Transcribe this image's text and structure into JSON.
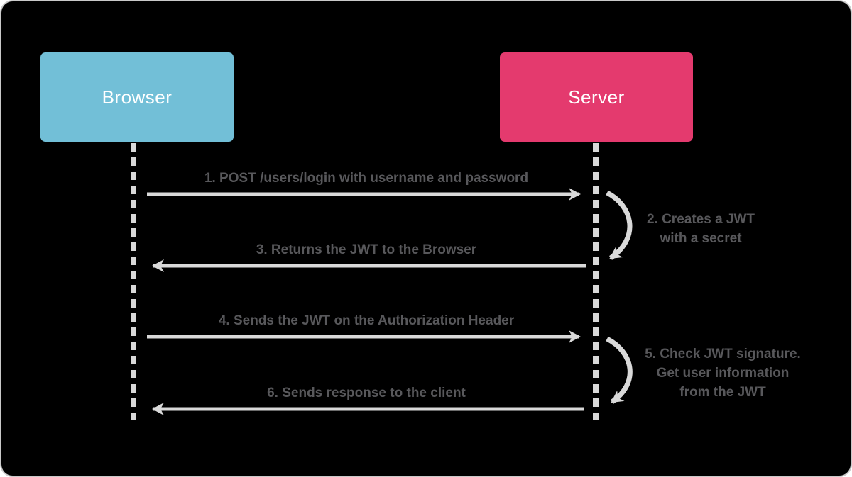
{
  "diagram": {
    "type": "sequence-diagram",
    "actors": [
      {
        "id": "browser",
        "label": "Browser",
        "color": "#72BFD7"
      },
      {
        "id": "server",
        "label": "Server",
        "color": "#E43A6E"
      }
    ],
    "messages": [
      {
        "step": 1,
        "from": "browser",
        "to": "server",
        "direction": "right",
        "text": "1. POST /users/login with username and password"
      },
      {
        "step": 2,
        "from": "server",
        "to": "server",
        "direction": "self",
        "lines": [
          "2. Creates a JWT",
          "with a secret"
        ]
      },
      {
        "step": 3,
        "from": "server",
        "to": "browser",
        "direction": "left",
        "text": "3. Returns the JWT to the Browser"
      },
      {
        "step": 4,
        "from": "browser",
        "to": "server",
        "direction": "right",
        "text": "4. Sends the JWT on the Authorization Header"
      },
      {
        "step": 5,
        "from": "server",
        "to": "server",
        "direction": "self",
        "lines": [
          "5. Check JWT signature.",
          "Get user information",
          "from the JWT"
        ]
      },
      {
        "step": 6,
        "from": "server",
        "to": "browser",
        "direction": "left",
        "text": "6. Sends response to the client"
      }
    ],
    "colors": {
      "canvas_background": "#000000",
      "browser_box": "#72BFD7",
      "server_box": "#E43A6E",
      "box_text": "#FFFFFF",
      "arrow": "#D9D9D9",
      "lifeline": "#D9D9D9",
      "label_text": "#58585B",
      "canvas_border": "#C9C9C9"
    }
  }
}
